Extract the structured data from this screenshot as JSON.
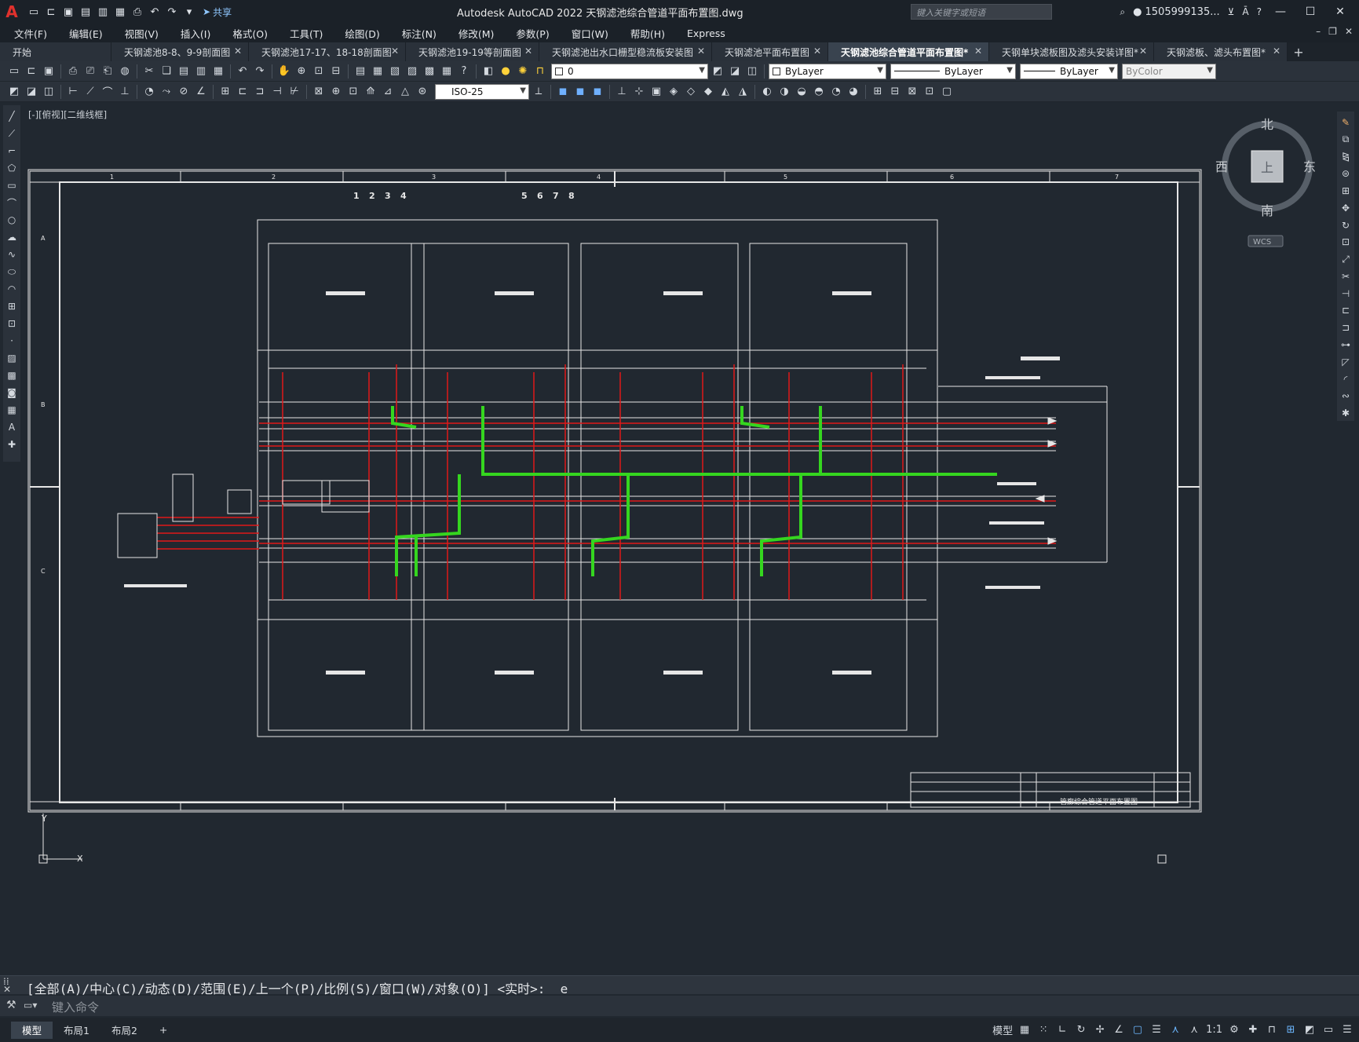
{
  "app": {
    "logo": "A",
    "title": "Autodesk AutoCAD 2022    天钢滤池综合管道平面布置图.dwg",
    "share_label": "共享",
    "search_placeholder": "键入关键字或短语",
    "user": "1505999135..."
  },
  "menu": [
    "文件(F)",
    "编辑(E)",
    "视图(V)",
    "插入(I)",
    "格式(O)",
    "工具(T)",
    "绘图(D)",
    "标注(N)",
    "修改(M)",
    "参数(P)",
    "窗口(W)",
    "帮助(H)",
    "Express"
  ],
  "tabs": [
    {
      "label": "开始",
      "active": false,
      "closable": false
    },
    {
      "label": "天钢滤池8-8、9-9剖面图",
      "active": false,
      "closable": true
    },
    {
      "label": "天钢滤池17-17、18-18剖面图",
      "active": false,
      "closable": true
    },
    {
      "label": "天钢滤池19-19等剖面图",
      "active": false,
      "closable": true
    },
    {
      "label": "天钢滤池出水口栅型稳流板安装图",
      "active": false,
      "closable": true
    },
    {
      "label": "天钢滤池平面布置图",
      "active": false,
      "closable": true
    },
    {
      "label": "天钢滤池综合管道平面布置图*",
      "active": true,
      "closable": true
    },
    {
      "label": "天钢单块滤板图及滤头安装详图*",
      "active": false,
      "closable": true
    },
    {
      "label": "天钢滤板、滤头布置图*",
      "active": false,
      "closable": true
    }
  ],
  "toolbar": {
    "layer_value": "0",
    "color_value": "ByLayer",
    "linetype_value": "ByLayer",
    "lineweight_value": "ByLayer",
    "plotstyle_value": "ByColor",
    "dimstyle_value": "ISO-25"
  },
  "viewport": {
    "label": "[-][俯视][二维线框]"
  },
  "viewcube": {
    "north": "北",
    "south": "南",
    "east": "东",
    "west": "西",
    "top": "上",
    "wcs": "WCS"
  },
  "drawing": {
    "grid_numbers_top": [
      "1",
      "2",
      "3",
      "4",
      "5",
      "6",
      "7"
    ],
    "grid_letters_left": [
      "A",
      "B",
      "C"
    ],
    "title_block_name": "管廊综合管道平面布置图",
    "top_section_marks": [
      "1",
      "2",
      "3",
      "4",
      "5",
      "6",
      "7",
      "8"
    ]
  },
  "command": {
    "history": "[全部(A)/中心(C)/动态(D)/范围(E)/上一个(P)/比例(S)/窗口(W)/对象(O)] <实时>: _e",
    "placeholder": "键入命令"
  },
  "layouts": [
    {
      "label": "模型",
      "active": true
    },
    {
      "label": "布局1",
      "active": false
    },
    {
      "label": "布局2",
      "active": false
    }
  ],
  "status": {
    "model_label": "模型",
    "scale": "1:1"
  },
  "colors": {
    "background": "#212830",
    "line_white": "#e6e6e6",
    "pipe_red": "#e01818",
    "pipe_green": "#35d61f"
  }
}
